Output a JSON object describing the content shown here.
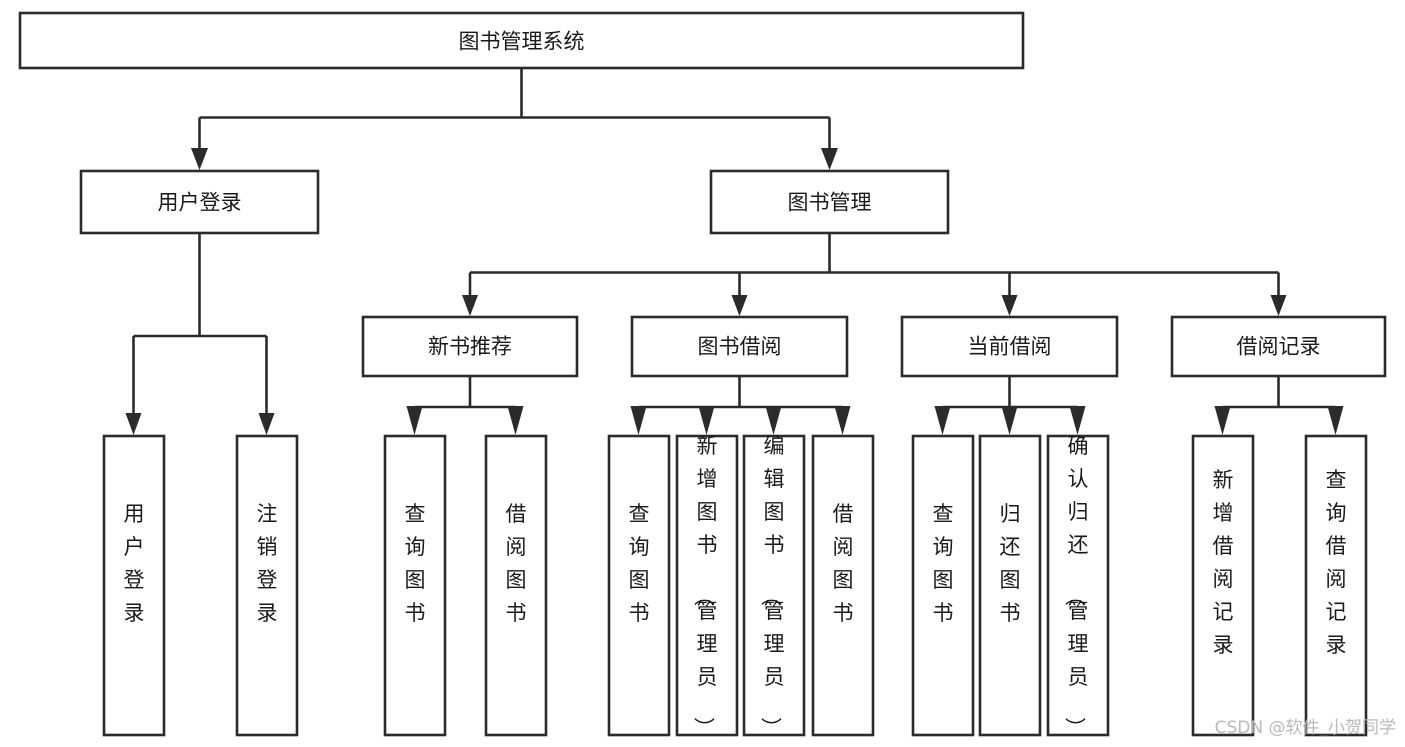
{
  "diagram": {
    "type": "tree-hierarchy-chart",
    "title": "图书管理系统",
    "orientation": "top-down",
    "colors": {
      "box_fill": "#ffffff",
      "box_stroke": "#2b2b2b",
      "text": "#1a1a1a",
      "background": "#ffffff",
      "watermark": "#b9b9b9"
    },
    "root": {
      "id": "root",
      "label": "图书管理系统",
      "orientation": "horizontal"
    },
    "level2": [
      {
        "id": "user-login",
        "label": "用户登录",
        "orientation": "horizontal"
      },
      {
        "id": "book-management",
        "label": "图书管理",
        "orientation": "horizontal"
      }
    ],
    "level3": [
      {
        "id": "new-book-recommend",
        "label": "新书推荐",
        "orientation": "horizontal",
        "parent": "book-management"
      },
      {
        "id": "book-borrow",
        "label": "图书借阅",
        "orientation": "horizontal",
        "parent": "book-management"
      },
      {
        "id": "current-borrow",
        "label": "当前借阅",
        "orientation": "horizontal",
        "parent": "book-management"
      },
      {
        "id": "borrow-record",
        "label": "借阅记录",
        "orientation": "horizontal",
        "parent": "book-management"
      }
    ],
    "leaves": [
      {
        "id": "leaf-user-login",
        "label": "用户登录",
        "orientation": "vertical",
        "parent": "user-login"
      },
      {
        "id": "leaf-logout",
        "label": "注销登录",
        "orientation": "vertical",
        "parent": "user-login"
      },
      {
        "id": "leaf-query-books-1",
        "label": "查询图书",
        "orientation": "vertical",
        "parent": "new-book-recommend"
      },
      {
        "id": "leaf-borrow-books-1",
        "label": "借阅图书",
        "orientation": "vertical",
        "parent": "new-book-recommend"
      },
      {
        "id": "leaf-query-books-2",
        "label": "查询图书",
        "orientation": "vertical",
        "parent": "book-borrow"
      },
      {
        "id": "leaf-add-book",
        "label": "新增图书（管理员）",
        "orientation": "vertical",
        "parent": "book-borrow"
      },
      {
        "id": "leaf-edit-book",
        "label": "编辑图书（管理员）",
        "orientation": "vertical",
        "parent": "book-borrow"
      },
      {
        "id": "leaf-borrow-books-2",
        "label": "借阅图书",
        "orientation": "vertical",
        "parent": "book-borrow"
      },
      {
        "id": "leaf-query-books-3",
        "label": "查询图书",
        "orientation": "vertical",
        "parent": "current-borrow"
      },
      {
        "id": "leaf-return-books",
        "label": "归还图书",
        "orientation": "vertical",
        "parent": "current-borrow"
      },
      {
        "id": "leaf-confirm-return",
        "label": "确认归还（管理员）",
        "orientation": "vertical",
        "parent": "current-borrow"
      },
      {
        "id": "leaf-add-record",
        "label": "新增借阅记录",
        "orientation": "vertical",
        "parent": "borrow-record"
      },
      {
        "id": "leaf-query-record",
        "label": "查询借阅记录",
        "orientation": "vertical",
        "parent": "borrow-record"
      }
    ],
    "watermark": "CSDN @软件_小贺同学"
  }
}
